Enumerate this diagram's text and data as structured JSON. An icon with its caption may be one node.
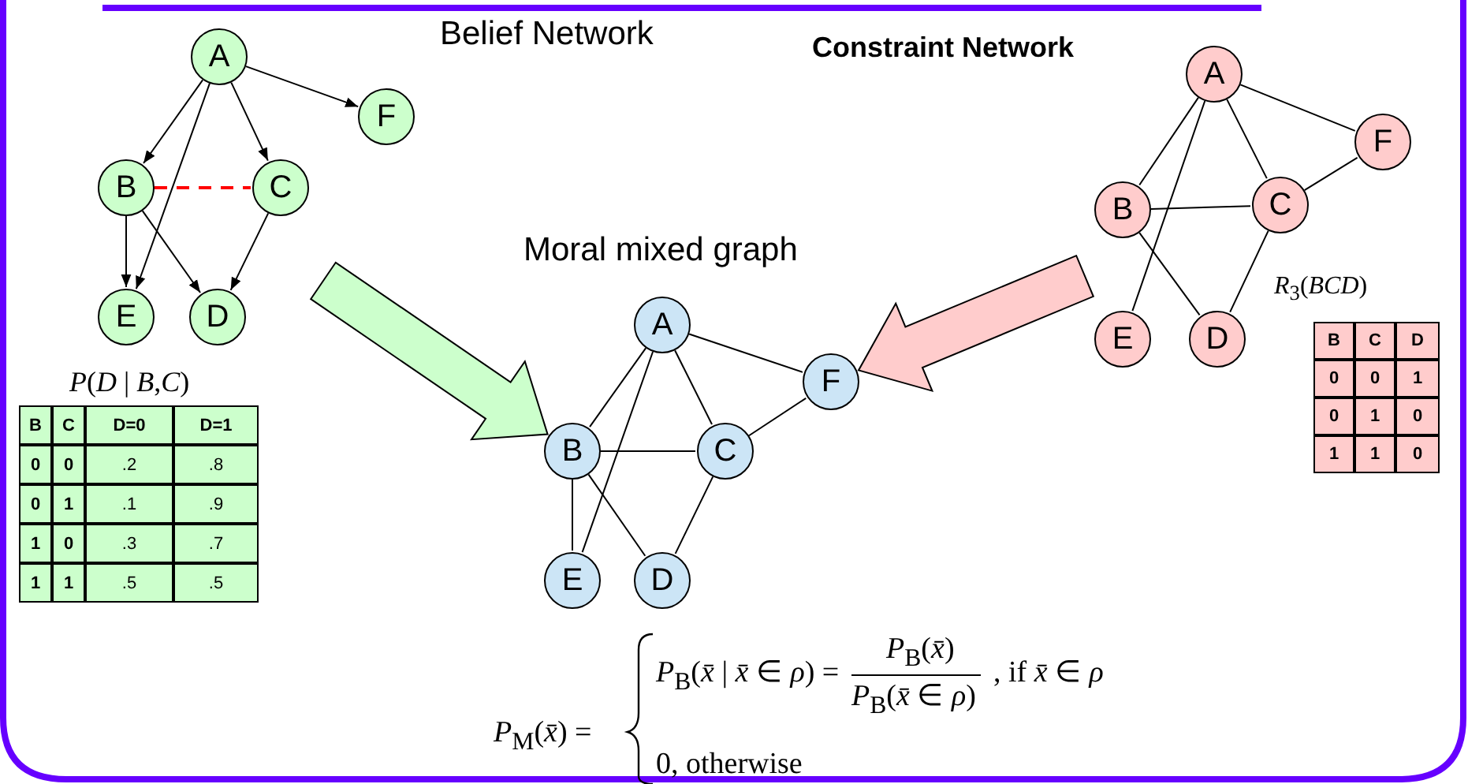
{
  "diagram": {
    "nodes": [
      {
        "text": [
          "A"
        ]
      },
      {
        "text": [
          "B"
        ]
      },
      {
        "text": [
          "C"
        ]
      },
      {
        "text": [
          "D"
        ]
      },
      {
        "text": [
          "E"
        ]
      },
      {
        "text": [
          "F"
        ]
      },
      {
        "text": [
          "A"
        ]
      },
      {
        "text": [
          "B"
        ]
      },
      {
        "text": [
          "C"
        ]
      },
      {
        "text": [
          "D"
        ]
      },
      {
        "text": [
          "E"
        ]
      },
      {
        "text": [
          "F"
        ]
      },
      {
        "text": [
          "A"
        ]
      },
      {
        "text": [
          "B"
        ]
      },
      {
        "text": [
          "C"
        ]
      },
      {
        "text": [
          "D"
        ]
      },
      {
        "text": [
          "E"
        ]
      },
      {
        "text": [
          "F"
        ]
      }
    ],
    "edges": [
      {
        "from": 0,
        "to": 5,
        "arrow": "to"
      },
      {
        "from": 0,
        "to": 1,
        "arrow": "to"
      },
      {
        "from": 0,
        "to": 4,
        "arrow": "to"
      },
      {
        "from": 0,
        "to": 2,
        "arrow": "to"
      },
      {
        "from": 1,
        "to": 2,
        "arrow": "none",
        "style": "dashed",
        "color": "#ff0000"
      },
      {
        "from": 1,
        "to": 4,
        "arrow": "to"
      },
      {
        "from": 1,
        "to": 3,
        "arrow": "to"
      },
      {
        "from": 2,
        "to": 3,
        "arrow": "to"
      },
      {
        "from": 6,
        "to": 11,
        "arrow": "none"
      },
      {
        "from": 6,
        "to": 7,
        "arrow": "none"
      },
      {
        "from": 6,
        "to": 8,
        "arrow": "none"
      },
      {
        "from": 6,
        "to": 10,
        "arrow": "none"
      },
      {
        "from": 7,
        "to": 8,
        "arrow": "none"
      },
      {
        "from": 7,
        "to": 10,
        "arrow": "none"
      },
      {
        "from": 7,
        "to": 9,
        "arrow": "none"
      },
      {
        "from": 8,
        "to": 9,
        "arrow": "none"
      },
      {
        "from": 8,
        "to": 11,
        "arrow": "none"
      },
      {
        "from": 12,
        "to": 17,
        "arrow": "none"
      },
      {
        "from": 12,
        "to": 13,
        "arrow": "none"
      },
      {
        "from": 12,
        "to": 14,
        "arrow": "none"
      },
      {
        "from": 12,
        "to": 16,
        "arrow": "none"
      },
      {
        "from": 13,
        "to": 14,
        "arrow": "none"
      },
      {
        "from": 13,
        "to": 15,
        "arrow": "none"
      },
      {
        "from": 14,
        "to": 15,
        "arrow": "none"
      },
      {
        "from": 14,
        "to": 17,
        "arrow": "none"
      },
      {
        "from": null,
        "to": 7,
        "arrow": "to",
        "style": "thick",
        "color": "#ccffcc"
      },
      {
        "from": null,
        "to": 11,
        "arrow": "to",
        "style": "thick",
        "color": "#ffcccc"
      }
    ],
    "labels": [
      "Belief Network",
      "Constraint Network",
      "Moral mixed graph",
      "*R*$_{3}$(*BCD*)",
      "B",
      "C",
      "D",
      "0",
      "0",
      "1",
      "0",
      "1",
      "0",
      "1",
      "1",
      "0",
      "*P*(*D* | *B*,*C*)",
      "B",
      "C",
      "D=0",
      "D=1",
      "0",
      "0",
      ".2",
      ".8",
      "0",
      "1",
      ".1",
      ".9",
      "1",
      "0",
      ".3",
      ".7",
      "1",
      "1",
      ".5",
      ".5",
      "*P*$_{M}$(*x̄*) =",
      "*P*$_{B}$(*x̄* | *x̄* ∈ *ρ*) =",
      "*P*$_{B}$(*x̄*)",
      "*P*$_{B}$(*x̄* ∈ *ρ*)",
      ", if *x̄* ∈ *ρ*",
      "0, otherwise"
    ]
  }
}
